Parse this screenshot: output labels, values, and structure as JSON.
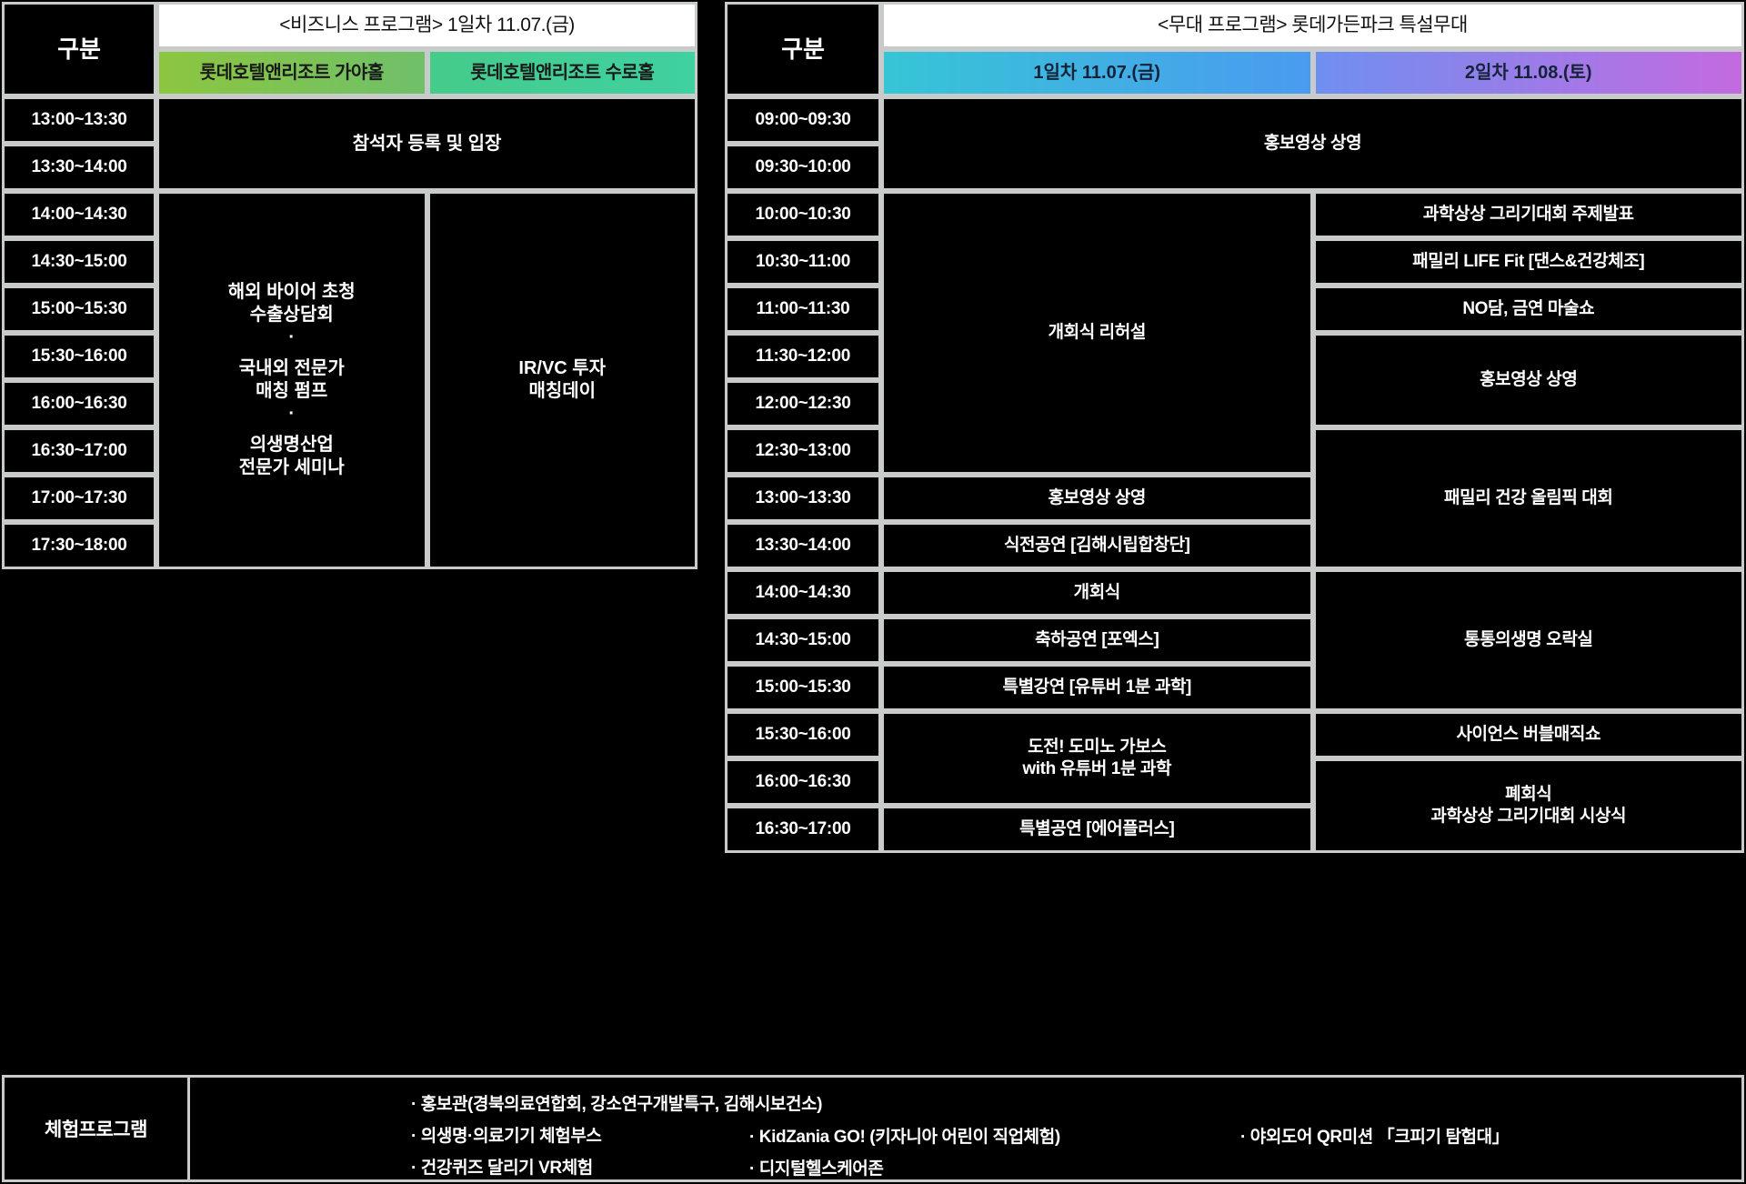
{
  "business_program": {
    "gubun_label": "구분",
    "header_title": "<비즈니스 프로그램> 1일차 11.07.(금)",
    "venues": [
      {
        "name": "롯데호텔앤리조트 가야홀",
        "color": "#8cc63f"
      },
      {
        "name": "롯데호텔앤리조트 수로홀",
        "color": "#45cb8b"
      }
    ],
    "times": [
      "13:00~13:30",
      "13:30~14:00",
      "14:00~14:30",
      "14:30~15:00",
      "15:00~15:30",
      "15:30~16:00",
      "16:00~16:30",
      "16:30~17:00",
      "17:00~17:30",
      "17:30~18:00"
    ],
    "registration_label": "참석자 등록 및 입장",
    "gaya_program": "해외 바이어 초청\n수출상담회\n·\n국내외 전문가\n매칭 펌프\n·\n의생명산업\n전문가 세미나",
    "gaya_lines": [
      "해외 바이어 초청",
      "수출상담회",
      "·",
      "국내외 전문가",
      "매칭 펌프",
      "·",
      "의생명산업",
      "전문가 세미나"
    ],
    "suro_lines": [
      "IR/VC 투자",
      "매칭데이"
    ]
  },
  "stage_program": {
    "gubun_label": "구분",
    "header_title": "<무대 프로그램> 롯데가든파크 특설무대",
    "days": [
      {
        "label": "1일차 11.07.(금)",
        "color": "#36c5d6"
      },
      {
        "label": "2일차 11.08.(토)",
        "color": "#c46ae0"
      }
    ],
    "times": [
      "09:00~09:30",
      "09:30~10:00",
      "10:00~10:30",
      "10:30~11:00",
      "11:00~11:30",
      "11:30~12:00",
      "12:00~12:30",
      "12:30~13:00",
      "13:00~13:30",
      "13:30~14:00",
      "14:00~14:30",
      "14:30~15:00",
      "15:00~15:30",
      "15:30~16:00",
      "16:00~16:30",
      "16:30~17:00"
    ],
    "both_days_top": "홍보영상 상영",
    "day1_cells": [
      {
        "text": "개회식 리허설",
        "rows": 6
      },
      {
        "text": "홍보영상 상영",
        "rows": 1
      },
      {
        "text": "식전공연 [김해시립합창단]",
        "rows": 1
      },
      {
        "text": "개회식",
        "rows": 1
      },
      {
        "text": "축하공연 [포엑스]",
        "rows": 1
      },
      {
        "text": "특별강연 [유튜버 1분 과학]",
        "rows": 1
      },
      {
        "text": "도전! 도미노 가보스\nwith 유튜버 1분 과학",
        "rows": 2
      },
      {
        "text": "특별공연 [에어플러스]",
        "rows": 1
      }
    ],
    "day1_domino_lines": [
      "도전! 도미노 가보스",
      "with 유튜버 1분 과학"
    ],
    "day2_cells": [
      {
        "text": "과학상상 그리기대회 주제발표",
        "rows": 1
      },
      {
        "text": "패밀리 LIFE Fit [댄스&건강체조]",
        "rows": 1
      },
      {
        "text": "NO담, 금연 마술쇼",
        "rows": 1
      },
      {
        "text": "홍보영상 상영",
        "rows": 2
      },
      {
        "text": "패밀리 건강 올림픽 대회",
        "rows": 3
      },
      {
        "text": "통통의생명 오락실",
        "rows": 3
      },
      {
        "text": "사이언스 버블매직쇼",
        "rows": 1
      },
      {
        "text": "폐회식\n과학상상 그리기대회 시상식",
        "rows": 2
      }
    ],
    "day2_closing_lines": [
      "폐회식",
      "과학상상 그리기대회 시상식"
    ]
  },
  "experience_program": {
    "label": "체험프로그램",
    "column_1": [
      "· 홍보관(경북의료연합회, 강소연구개발특구, 김해시보건소)",
      "· 의생명·의료기기 체험부스",
      "· 건강퀴즈 달리기 VR체험"
    ],
    "column_2": [
      "· KidZania GO! (키자니아 어린이 직업체험)",
      "· 디지털헬스케어존"
    ],
    "column_3": [
      "· 야외도어 QR미션 「크피기 탐험대」"
    ]
  }
}
